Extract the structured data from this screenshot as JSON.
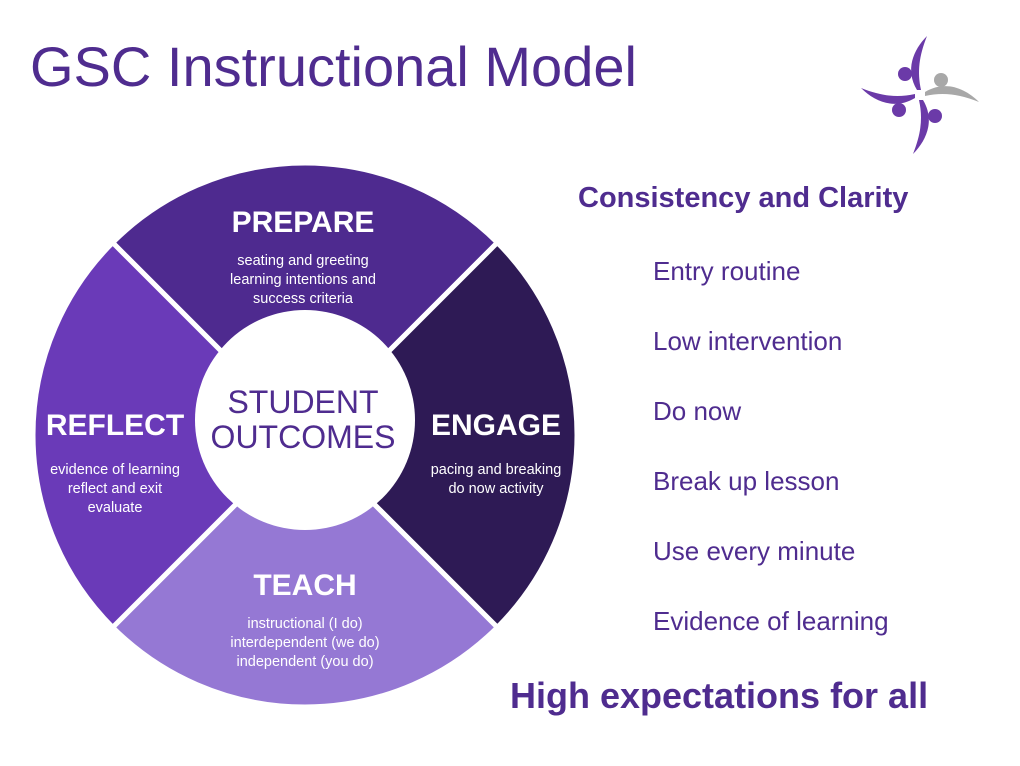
{
  "title": "GSC Instructional Model",
  "logo": {
    "icon": "gsc-logo-icon"
  },
  "colors": {
    "title": "#4f2c8f",
    "prepare": "#4e2a8f",
    "engage": "#2e1a55",
    "teach": "#9578d4",
    "reflect": "#6a3ab8",
    "logo_purple": "#6b3aa8",
    "logo_grey": "#a8a8a8"
  },
  "wheel": {
    "center_lines": [
      "STUDENT",
      "OUTCOMES"
    ],
    "sections": [
      {
        "key": "prepare",
        "title": "PREPARE",
        "lines": [
          "seating and greeting",
          "learning intentions and",
          "success criteria"
        ]
      },
      {
        "key": "engage",
        "title": "ENGAGE",
        "lines": [
          "pacing and breaking",
          "do now activity"
        ]
      },
      {
        "key": "teach",
        "title": "TEACH",
        "lines": [
          "instructional (I do)",
          "interdependent (we do)",
          "independent (you do)"
        ]
      },
      {
        "key": "reflect",
        "title": "REFLECT",
        "lines": [
          "evidence of learning",
          "reflect and exit",
          "evaluate"
        ]
      }
    ]
  },
  "panel": {
    "heading": "Consistency and Clarity",
    "items": [
      "Entry routine",
      "Low intervention",
      "Do now",
      "Break up lesson",
      "Use every minute",
      "Evidence of learning"
    ]
  },
  "footer": "High expectations for all"
}
